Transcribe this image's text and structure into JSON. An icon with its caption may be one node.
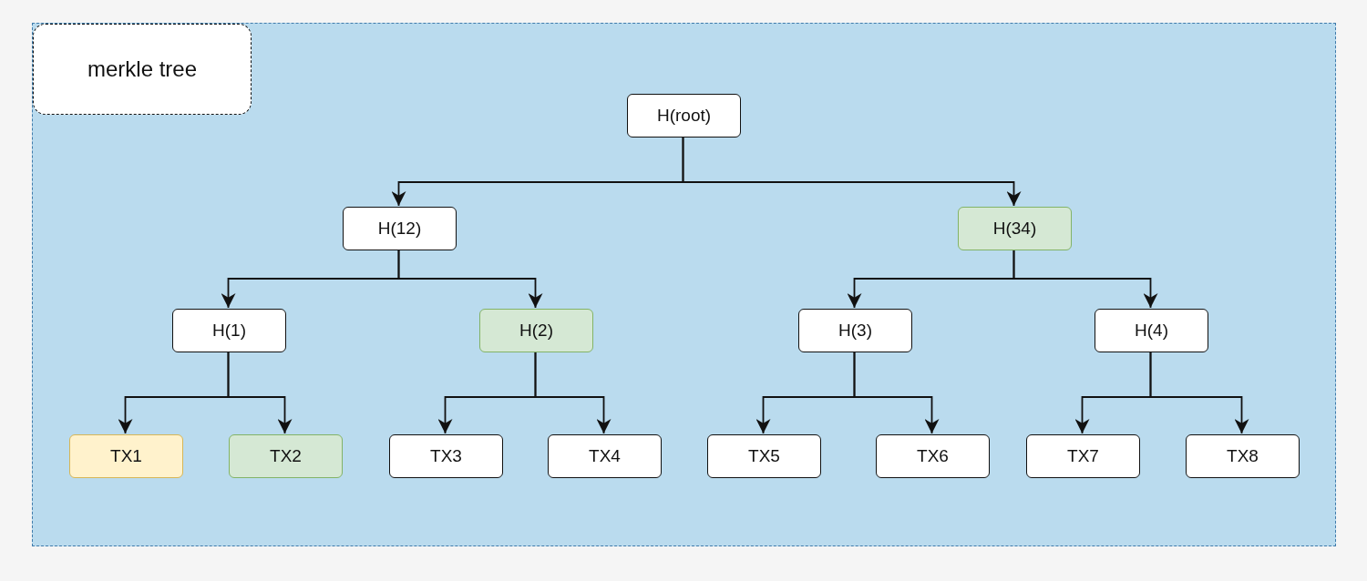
{
  "diagram": {
    "nodes": [
      {
        "text": [],
        "shape": "box"
      },
      {
        "text": [
          "merkle tree"
        ],
        "in": 0
      },
      {
        "text": [
          "H(root)"
        ],
        "in": 0
      },
      {
        "text": [
          "H(12)"
        ],
        "in": 0
      },
      {
        "text": [
          "H(34)"
        ],
        "in": 0
      },
      {
        "text": [
          "H(1)"
        ],
        "in": 0
      },
      {
        "text": [
          "H(2)"
        ],
        "in": 0
      },
      {
        "text": [
          "H(3)"
        ],
        "in": 0
      },
      {
        "text": [
          "H(4)"
        ],
        "in": 0
      },
      {
        "text": [
          "TX1"
        ],
        "in": 0
      },
      {
        "text": [
          "TX2"
        ],
        "in": 0
      },
      {
        "text": [
          "TX3"
        ],
        "in": 0
      },
      {
        "text": [
          "TX4"
        ],
        "in": 0
      },
      {
        "text": [
          "TX5"
        ],
        "in": 0
      },
      {
        "text": [
          "TX6"
        ],
        "in": 0
      },
      {
        "text": [
          "TX7"
        ],
        "in": 0
      },
      {
        "text": [
          "TX8"
        ],
        "in": 0
      }
    ],
    "edges": [
      {
        "from": 2,
        "to": 3,
        "arrow": "to"
      },
      {
        "from": 2,
        "to": 4,
        "arrow": "to"
      },
      {
        "from": 3,
        "to": 5,
        "arrow": "to"
      },
      {
        "from": 3,
        "to": 6,
        "arrow": "to"
      },
      {
        "from": 4,
        "to": 7,
        "arrow": "to"
      },
      {
        "from": 4,
        "to": 8,
        "arrow": "to"
      },
      {
        "from": 5,
        "to": 9,
        "arrow": "to"
      },
      {
        "from": 5,
        "to": 10,
        "arrow": "to"
      },
      {
        "from": 6,
        "to": 11,
        "arrow": "to"
      },
      {
        "from": 6,
        "to": 12,
        "arrow": "to"
      },
      {
        "from": 7,
        "to": 13,
        "arrow": "to"
      },
      {
        "from": 7,
        "to": 14,
        "arrow": "to"
      },
      {
        "from": 8,
        "to": 15,
        "arrow": "to"
      },
      {
        "from": 8,
        "to": 16,
        "arrow": "to"
      }
    ]
  }
}
